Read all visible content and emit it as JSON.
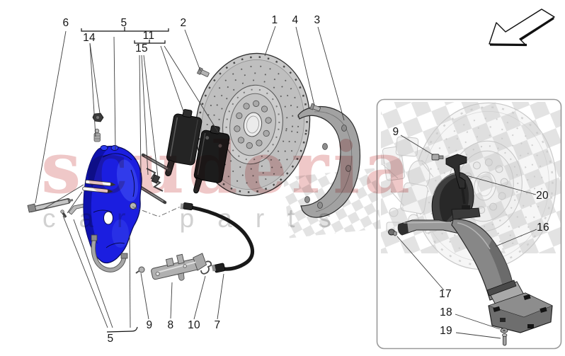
{
  "watermark": {
    "title": "scuderia",
    "subtitle": "car parts",
    "title_color": "#cf5f5f",
    "subtitle_color": "#c9c9c9"
  },
  "colors": {
    "caliper_accent": "#1b1ee0",
    "line_color": "#3d3d3d",
    "inset_border": "#9a9a9a"
  },
  "icons": {
    "direction_arrow": "hollow-arrow-pointing-lower-left",
    "checkered_flag": "checkered-flag-watermark"
  },
  "callouts": {
    "top": [
      {
        "label": "6"
      },
      {
        "label": "5"
      },
      {
        "label": "14"
      },
      {
        "label": "11"
      },
      {
        "label": "15"
      },
      {
        "label": "2"
      },
      {
        "label": "1"
      },
      {
        "label": "4"
      },
      {
        "label": "3"
      }
    ],
    "bottom": [
      {
        "label": "5"
      },
      {
        "label": "9"
      },
      {
        "label": "8"
      },
      {
        "label": "10"
      },
      {
        "label": "7"
      }
    ],
    "inset": [
      {
        "label": "9"
      },
      {
        "label": "20"
      },
      {
        "label": "16"
      },
      {
        "label": "17"
      },
      {
        "label": "18"
      },
      {
        "label": "19"
      }
    ]
  }
}
